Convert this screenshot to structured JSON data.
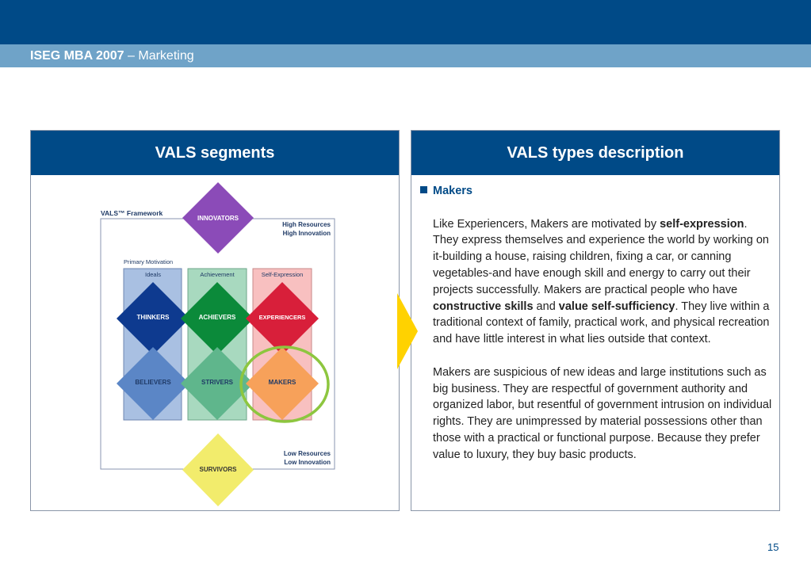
{
  "header": {
    "program": "ISEG MBA 2007",
    "separator": " – ",
    "subject": "Marketing"
  },
  "left_panel": {
    "title": "VALS segments"
  },
  "right_panel": {
    "title": "VALS types description"
  },
  "framework": {
    "label": "VALS™ Framework",
    "top_resources": "High Resources",
    "top_innovation": "High Innovation",
    "bottom_resources": "Low Resources",
    "bottom_innovation": "Low Innovation",
    "primary_motivation": "Primary Motivation",
    "columns": [
      "Ideals",
      "Achievement",
      "Self-Expression"
    ],
    "segments": {
      "innovators": "INNOVATORS",
      "thinkers": "THINKERS",
      "achievers": "ACHIEVERS",
      "experiencers": "EXPERIENCERS",
      "believers": "BELIEVERS",
      "strivers": "STRIVERS",
      "makers": "MAKERS",
      "survivors": "SURVIVORS"
    },
    "colors": {
      "innovators": "#8b4bb8",
      "thinkers": "#0e3a8f",
      "achievers": "#0b8a3a",
      "experiencers": "#d81f3a",
      "believers": "#5b86c6",
      "strivers": "#5fb68c",
      "makers": "#f7a15a",
      "survivors": "#f2ec6c",
      "highlight": "#8dc63f"
    }
  },
  "description": {
    "heading": "Makers",
    "p1_a": "Like Experiencers, Makers are motivated by ",
    "p1_b": "self-expression",
    "p1_c": ". They express themselves and experience the world by working on it-building a house, raising children, fixing a car, or canning vegetables-and have enough skill and energy to carry out their projects successfully. Makers are practical people who have ",
    "p1_d": "constructive skills",
    "p1_e": " and ",
    "p1_f": "value self-sufficiency",
    "p1_g": ". They live within a traditional context of family, practical work, and physical recreation and have little interest in what lies outside that context.",
    "p2": "Makers are suspicious of new ideas and large institutions such as big business. They are respectful of government authority and organized labor, but resentful of government intrusion on individual rights. They are unimpressed by material possessions other than those with a practical or functional purpose. Because they prefer value to luxury, they buy basic products."
  },
  "page_number": "15"
}
